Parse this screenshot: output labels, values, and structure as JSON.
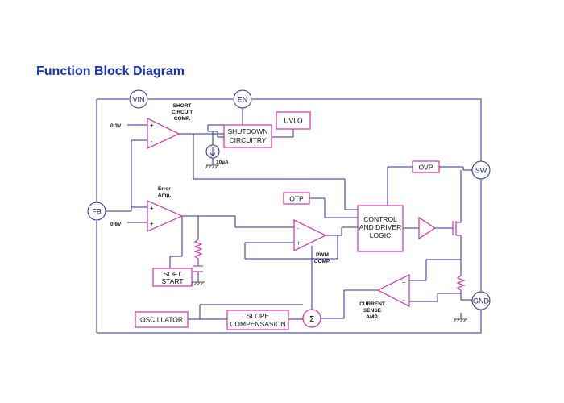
{
  "title": "Function Block Diagram",
  "colors": {
    "title": "#1a33b3",
    "wire": "#2b2f9a",
    "block": "#cc33aa",
    "buffer_fill": "#f0c0e4",
    "text": "#111111"
  },
  "pins": {
    "vin": "VIN",
    "en": "EN",
    "sw": "SW",
    "fb": "FB",
    "gnd": "GND"
  },
  "blocks": {
    "shutdown": [
      "SHUTDOWN",
      "CIRCUITRY"
    ],
    "uvlo": "UVLO",
    "ovp": "OVP",
    "otp": "OTP",
    "control": [
      "CONTROL",
      "AND DRIVER",
      "LOGIC"
    ],
    "soft_start": [
      "SOFT",
      "START"
    ],
    "oscillator": "OSCILLATOR",
    "slope": [
      "SLOPE",
      "COMPENSASION"
    ]
  },
  "labels": {
    "short_circuit": [
      "SHORT",
      "CIRCUIT",
      "COMP."
    ],
    "error_amp": [
      "Error",
      "Amp."
    ],
    "pwm_comp": [
      "PWM",
      "COMP."
    ],
    "current_sense": [
      "CURRENT",
      "SENSE",
      "AMP."
    ],
    "ref_short": "0.3V",
    "ref_error": "0.6V",
    "current_source": "10µA",
    "sigma": "Σ",
    "plus": "+",
    "minus": "-"
  }
}
